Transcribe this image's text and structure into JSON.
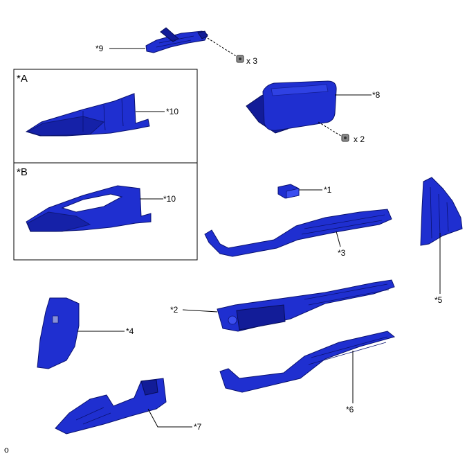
{
  "callouts": {
    "p1": "*1",
    "p2": "*2",
    "p3": "*3",
    "p4": "*4",
    "p5": "*5",
    "p6": "*6",
    "p7": "*7",
    "p8": "*8",
    "p9": "*9",
    "p10a": "*10",
    "p10b": "*10"
  },
  "quantities": {
    "screws_top": "x 3",
    "screws_mid": "x 2"
  },
  "variants": {
    "a": "*A",
    "b": "*B"
  },
  "footer": {
    "code": "o"
  },
  "colors": {
    "part_fill": "#1f2fd0",
    "part_shadow": "#121c98",
    "outline": "#000000"
  }
}
